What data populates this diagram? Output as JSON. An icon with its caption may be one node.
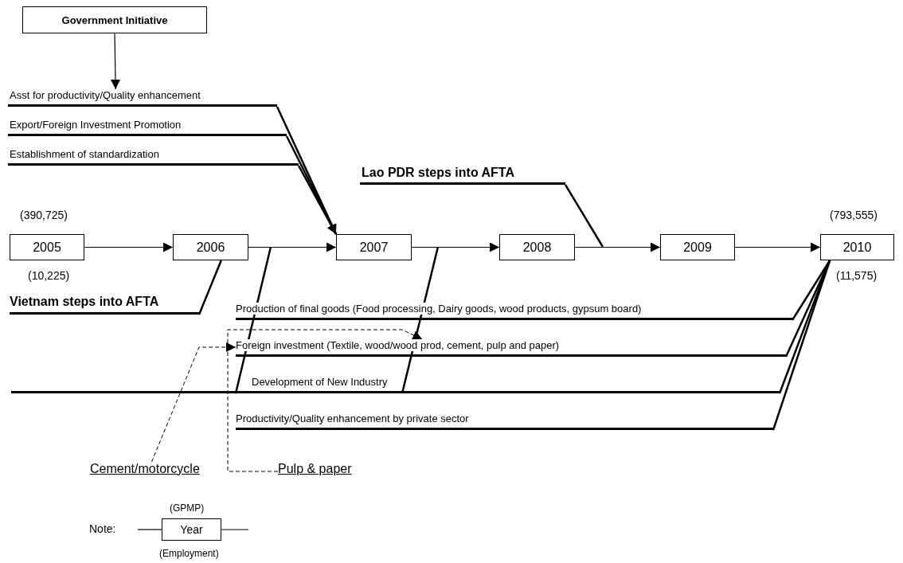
{
  "diagram": {
    "nodes": [
      {
        "text": [
          "Government Initiative"
        ]
      },
      {
        "text": [
          "Asst for productivity/Quality enhancement"
        ]
      },
      {
        "text": [
          "Export/Foreign Investment Promotion"
        ]
      },
      {
        "text": [
          "Establishment of standardization"
        ]
      },
      {
        "text": [
          "Lao PDR steps into AFTA"
        ]
      },
      {
        "text": [
          "2005"
        ],
        "beside": [
          "(390,725)",
          "(10,225)"
        ]
      },
      {
        "text": [
          "2006"
        ]
      },
      {
        "text": [
          "2007"
        ]
      },
      {
        "text": [
          "2008"
        ]
      },
      {
        "text": [
          "2009"
        ]
      },
      {
        "text": [
          "2010"
        ],
        "beside": [
          "(793,555)",
          "(11,575)"
        ]
      },
      {
        "text": [
          "Vietnam steps into AFTA"
        ]
      },
      {
        "text": [
          "Production of final goods (Food processing, Dairy goods, wood products, gypsum board)"
        ]
      },
      {
        "text": [
          "Foreign investment (Textile, wood/wood prod, cement, pulp and paper)"
        ]
      },
      {
        "text": [
          "Development of New Industry"
        ]
      },
      {
        "text": [
          "Productivity/Quality enhancement by private sector"
        ]
      },
      {
        "text": [
          "Cement/motorcycle"
        ]
      },
      {
        "text": [
          "Pulp & paper"
        ]
      },
      {
        "text": [
          "Year"
        ],
        "beside": [
          "(GPMP)",
          "(Employment)"
        ]
      }
    ],
    "edges": [
      {
        "from": 0,
        "to": 1,
        "arrow": "to"
      },
      {
        "from": 1,
        "to": 7,
        "arrow": "to"
      },
      {
        "from": 2,
        "to": 7,
        "arrow": "to"
      },
      {
        "from": 3,
        "to": 7,
        "arrow": "to"
      },
      {
        "from": 5,
        "to": 6,
        "arrow": "to"
      },
      {
        "from": 6,
        "to": 7,
        "arrow": "to"
      },
      {
        "from": 7,
        "to": 8,
        "arrow": "to"
      },
      {
        "from": 8,
        "to": 9,
        "arrow": "to"
      },
      {
        "from": 9,
        "to": 10,
        "arrow": "to"
      },
      {
        "from": 4,
        "to": null,
        "arrow": "none"
      },
      {
        "from": 11,
        "to": 6,
        "arrow": "none"
      },
      {
        "from": 12,
        "to": 10,
        "arrow": "none"
      },
      {
        "from": 13,
        "to": 10,
        "arrow": "none"
      },
      {
        "from": 14,
        "to": 10,
        "arrow": "none"
      },
      {
        "from": 15,
        "to": 10,
        "arrow": "none"
      },
      {
        "from": 14,
        "to": null,
        "arrow": "none"
      },
      {
        "from": 14,
        "to": null,
        "arrow": "none"
      },
      {
        "from": 16,
        "to": 13,
        "arrow": "to",
        "style": "dashed"
      },
      {
        "from": 17,
        "to": 13,
        "arrow": "to",
        "style": "dashed"
      },
      {
        "from": null,
        "to": 18,
        "arrow": "none"
      },
      {
        "from": 18,
        "to": null,
        "arrow": "none"
      }
    ],
    "labels": [
      "Note:"
    ]
  }
}
